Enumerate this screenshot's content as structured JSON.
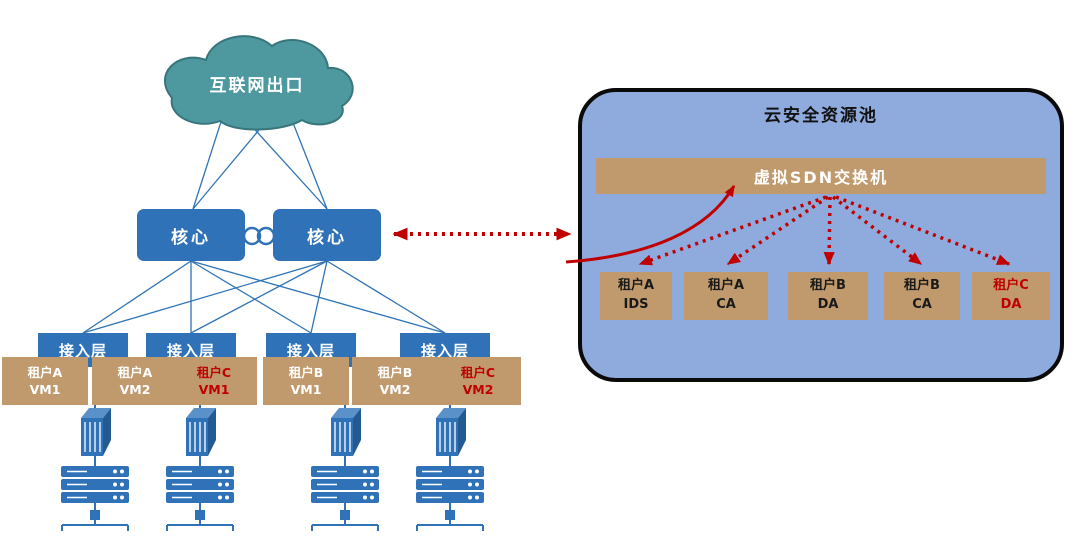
{
  "colors": {
    "box_blue": "#2f72b8",
    "line_blue": "#2e74b5",
    "tan_box": "#c09a6c",
    "panel_background": "#8faadc",
    "cloud_teal": "#4e99a0",
    "alert_red": "#c00000"
  },
  "left": {
    "cloud_label": "互联网出口",
    "cores": [
      {
        "label": "核心"
      },
      {
        "label": "核心"
      }
    ],
    "access_layers": [
      {
        "label": "接入层"
      },
      {
        "label": "接入层"
      },
      {
        "label": "接入层"
      },
      {
        "label": "接入层"
      }
    ],
    "vms": [
      {
        "line1": "租户A",
        "line2": "VM1",
        "variant": "normal"
      },
      {
        "line1": "租户A",
        "line2": "VM2",
        "variant": "normal"
      },
      {
        "line1": "租户C",
        "line2": "VM1",
        "variant": "red"
      },
      {
        "line1": "租户B",
        "line2": "VM1",
        "variant": "normal"
      },
      {
        "line1": "租户B",
        "line2": "VM2",
        "variant": "normal"
      },
      {
        "line1": "租户C",
        "line2": "VM2",
        "variant": "red"
      }
    ]
  },
  "panel": {
    "title": "云安全资源池",
    "sdn_label": "虚拟SDN交换机",
    "tenants": [
      {
        "line1": "租户A",
        "line2": "IDS",
        "variant": "normal"
      },
      {
        "line1": "租户A",
        "line2": "CA",
        "variant": "normal"
      },
      {
        "line1": "租户B",
        "line2": "DA",
        "variant": "normal"
      },
      {
        "line1": "租户B",
        "line2": "CA",
        "variant": "normal"
      },
      {
        "line1": "租户C",
        "line2": "DA",
        "variant": "red"
      }
    ]
  }
}
